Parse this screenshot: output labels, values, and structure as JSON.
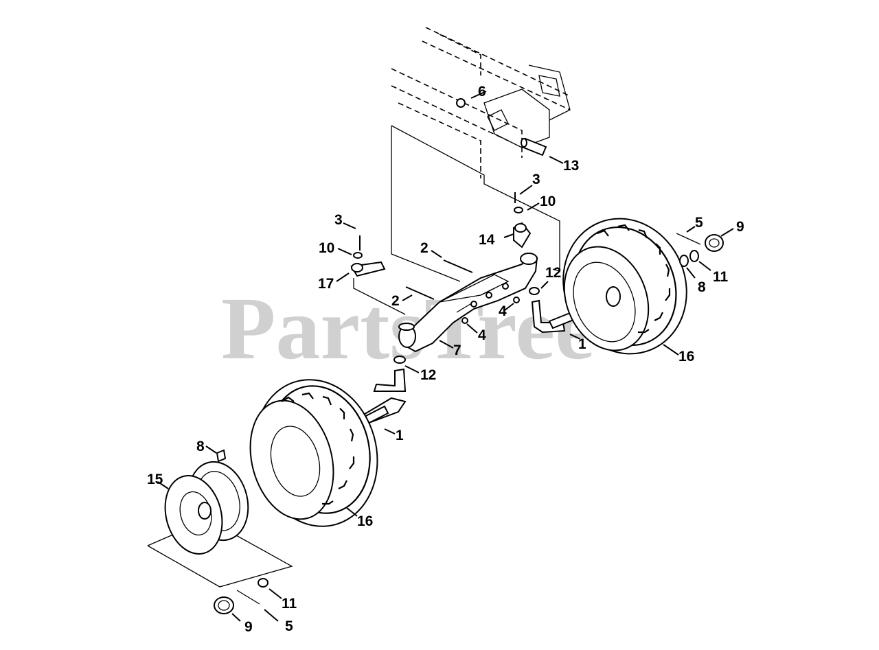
{
  "watermark": "PartsTree",
  "callouts": {
    "c1_top": "1",
    "c1_bottom": "1",
    "c2_top": "2",
    "c2_bottom": "2",
    "c3_right": "3",
    "c3_left": "3",
    "c4_right": "4",
    "c4_center": "4",
    "c5_right": "5",
    "c5_bottom": "5",
    "c6": "6",
    "c7": "7",
    "c8_right": "8",
    "c8_left": "8",
    "c9_right": "9",
    "c9_bottom": "9",
    "c10_right": "10",
    "c10_left": "10",
    "c11_right": "11",
    "c11_bottom": "11",
    "c12_right": "12",
    "c12_center": "12",
    "c13": "13",
    "c14": "14",
    "c15": "15",
    "c16_right": "16",
    "c16_left": "16",
    "c17": "17"
  }
}
